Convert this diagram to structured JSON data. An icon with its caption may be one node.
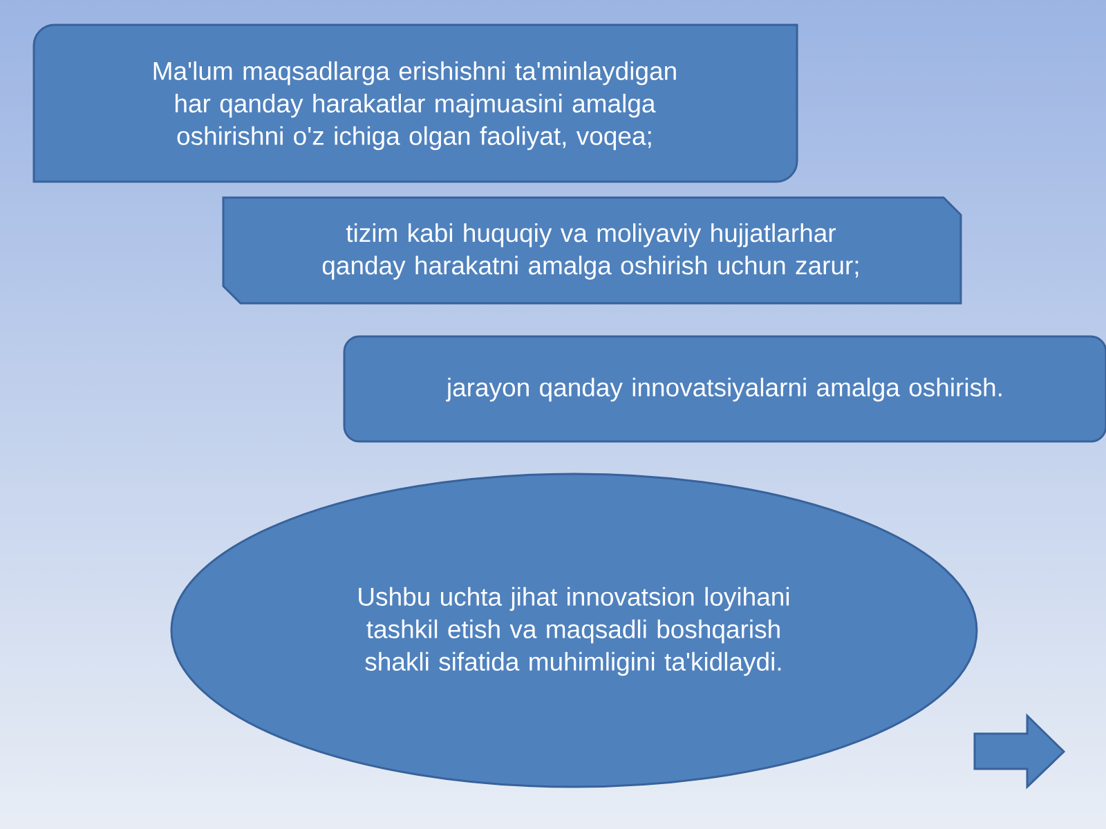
{
  "diagram": {
    "nodes": [
      {
        "text": [
          "Ma'lum maqsadlarga erishishni ta'minlaydigan har qanday harakatlar majmuasini amalga oshirishni o'z ichiga olgan faoliyat, voqea;"
        ]
      },
      {
        "text": [
          "tizim kabi huquqiy va moliyaviy hujjatlarhar qanday harakatni amalga oshirish uchun zarur;"
        ]
      },
      {
        "text": [
          "jarayon qanday innovatsiyalarni amalga oshirish."
        ]
      },
      {
        "text": [
          "Ushbu uchta jihat innovatsion loyihani tashkil etish va maqsadli boshqarish shakli sifatida muhimligini ta'kidlaydi."
        ]
      }
    ]
  }
}
